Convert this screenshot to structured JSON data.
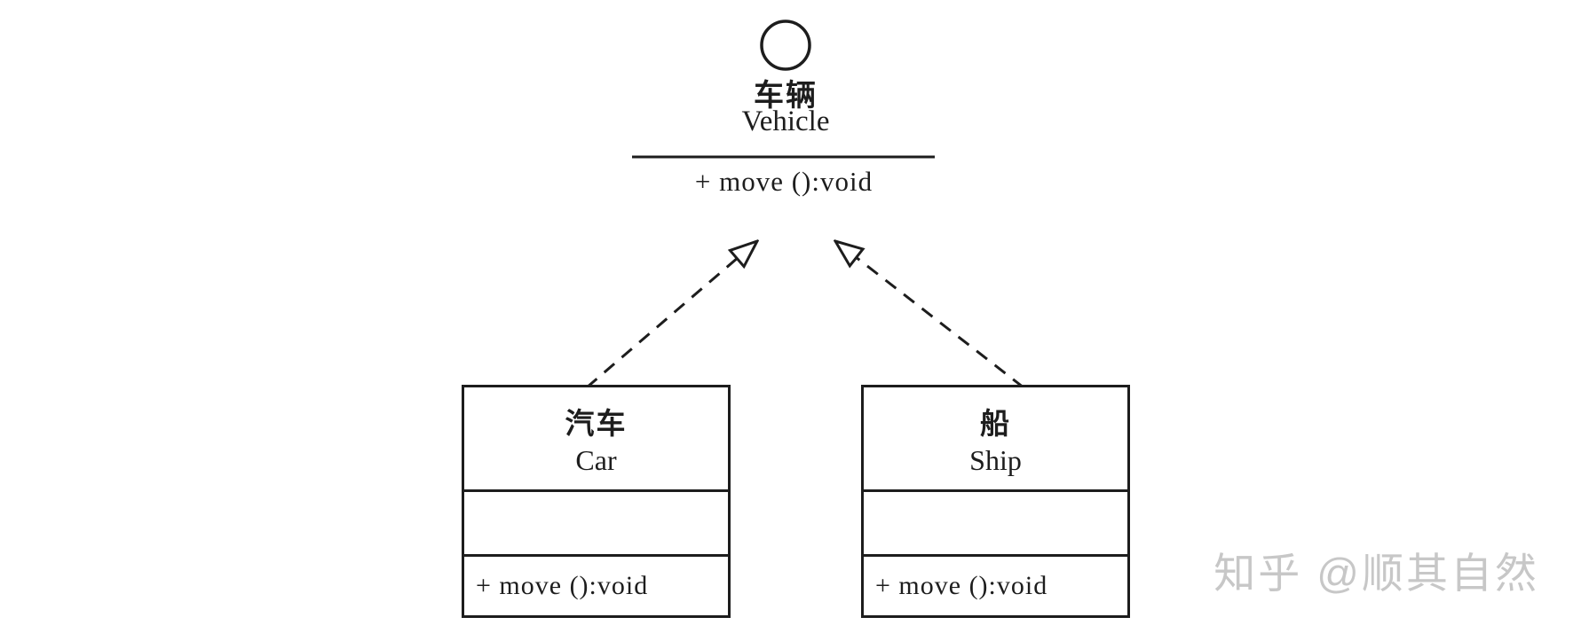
{
  "diagram": {
    "type": "uml-class-diagram",
    "interface": {
      "name_zh": "车辆",
      "name_en": "Vehicle",
      "method": "+ move ():void",
      "notation": "lollipop-circle"
    },
    "classes": [
      {
        "name_zh": "汽车",
        "name_en": "Car",
        "attributes": "",
        "method": "+ move ():void"
      },
      {
        "name_zh": "船",
        "name_en": "Ship",
        "attributes": "",
        "method": "+ move ():void"
      }
    ],
    "relations": [
      {
        "from": "Car",
        "to": "Vehicle",
        "type": "realization-dashed-hollow-arrow"
      },
      {
        "from": "Ship",
        "to": "Vehicle",
        "type": "realization-dashed-hollow-arrow"
      }
    ],
    "watermark": "知乎 @顺其自然",
    "colors": {
      "line": "#1d1d1d",
      "text": "#1d1d1d",
      "watermark": "#c7c7c7",
      "background": "#ffffff"
    }
  }
}
